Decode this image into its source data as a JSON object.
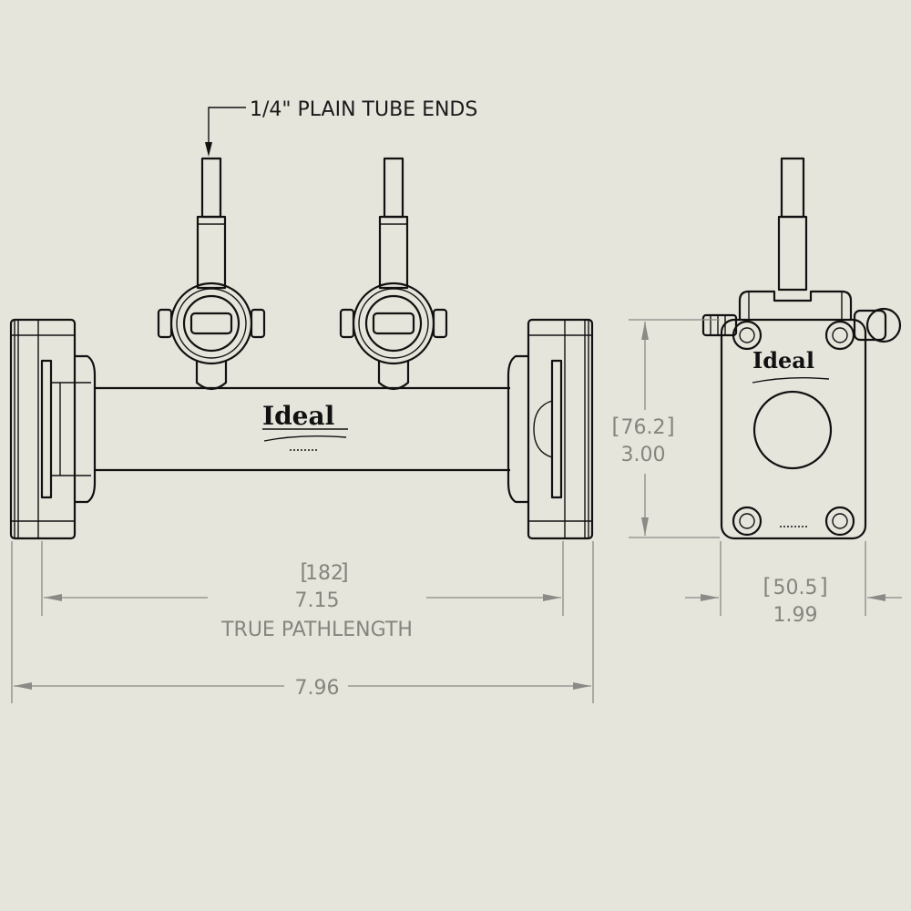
{
  "callout": {
    "label": "1/4\" PLAIN TUBE ENDS"
  },
  "dimensions": {
    "pathlength": {
      "metric": "182",
      "imperial": "7.15",
      "caption": "TRUE PATHLENGTH"
    },
    "overall_length": {
      "imperial": "7.96"
    },
    "height": {
      "metric": "76.2",
      "imperial": "3.00"
    },
    "width": {
      "metric": "50.5",
      "imperial": "1.99"
    }
  },
  "logo": {
    "brand": "Ideal"
  },
  "colors": {
    "background": "#e6e5dc",
    "part_line": "#111111",
    "dimension_line": "#8a8a86"
  }
}
